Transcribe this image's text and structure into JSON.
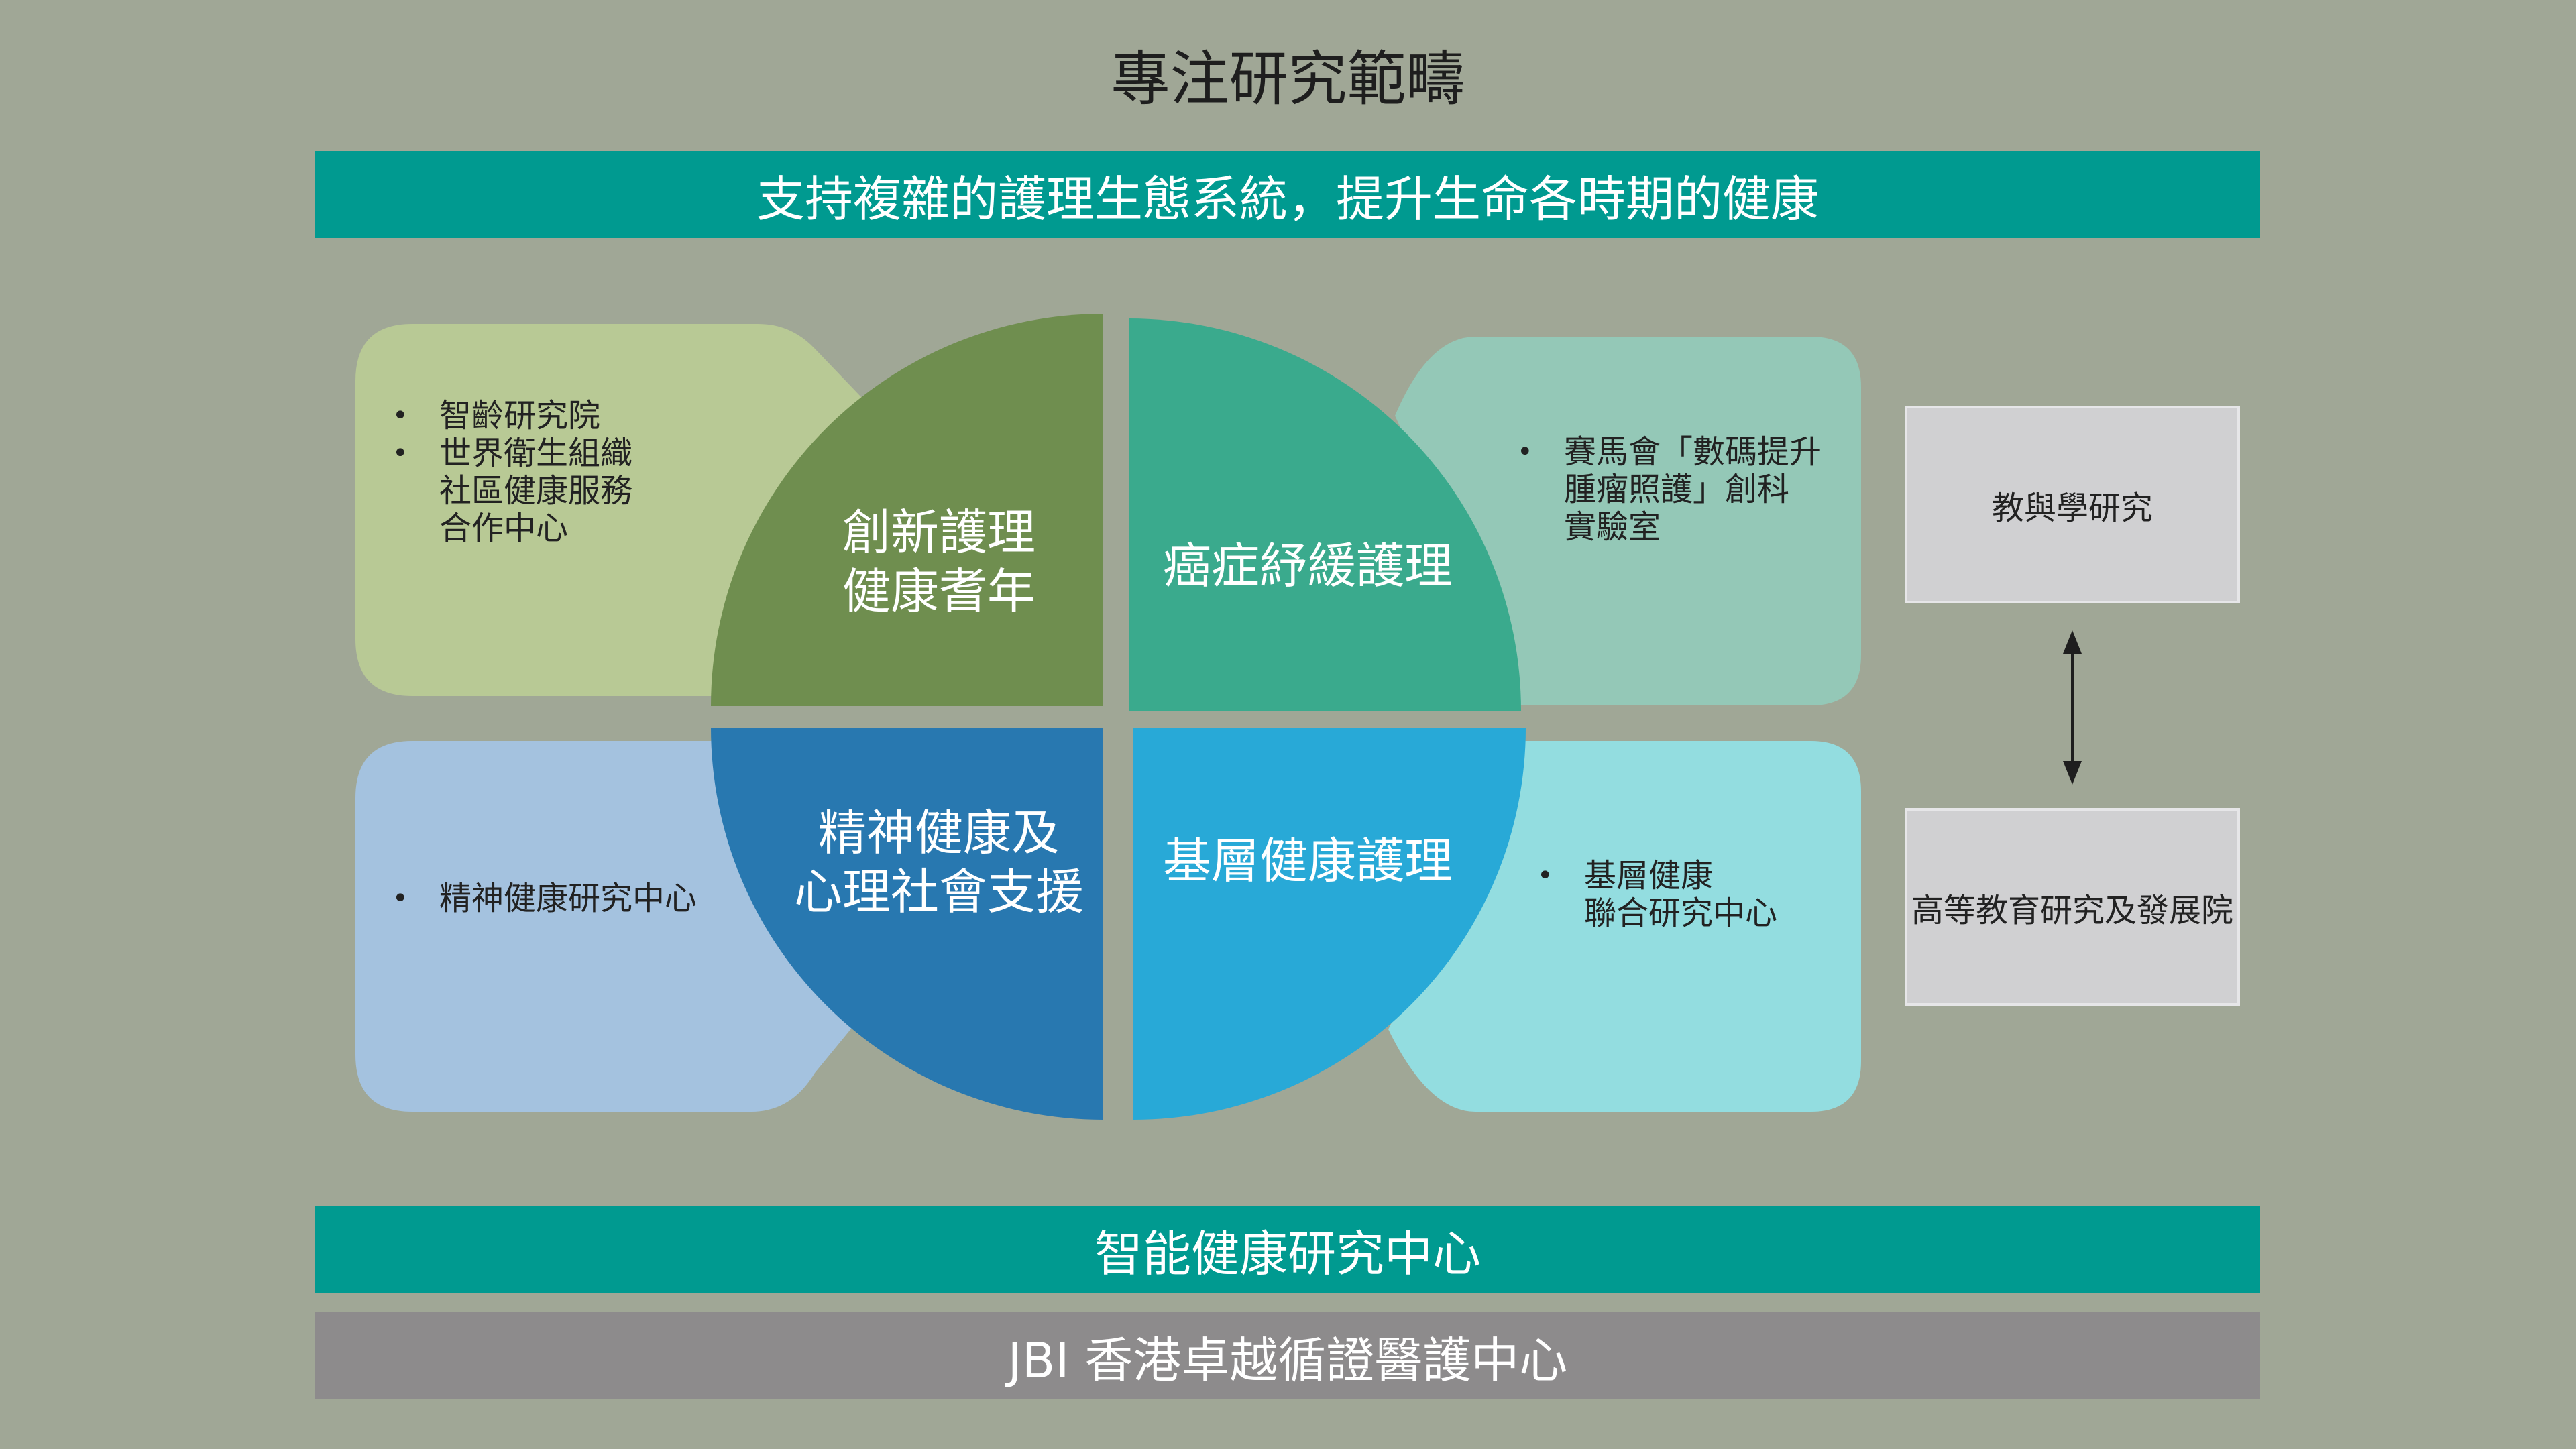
{
  "title": "專注研究範疇",
  "banner_top": "支持複雜的護理生態系統，提升生命各時期的健康",
  "banner_mid": "智能健康研究中心",
  "banner_bottom": "JBI 香港卓越循證醫護中心",
  "quadrants": {
    "top_left": {
      "line1": "創新護理",
      "line2": "健康耆年",
      "color": "#6f8e4f",
      "card_color": "#b8c995"
    },
    "top_right": {
      "line1": "癌症紓緩護理",
      "color": "#3aaa8d",
      "card_color": "#94c8b7"
    },
    "bottom_left": {
      "line1": "精神健康及",
      "line2": "心理社會支援",
      "color": "#2878b0",
      "card_color": "#a4c2df"
    },
    "bottom_right": {
      "line1": "基層健康護理",
      "color": "#28a9d7",
      "card_color": "#93dde0"
    }
  },
  "cards": {
    "top_left": {
      "item1": "智齡研究院",
      "item2_lines": [
        "世界衛生組織",
        "社區健康服務",
        "合作中心"
      ]
    },
    "top_right": {
      "item1_lines": [
        "賽馬會「數碼提升",
        "腫瘤照護」創科",
        "實驗室"
      ]
    },
    "bottom_left": {
      "item1": "精神健康研究中心"
    },
    "bottom_right": {
      "item1_lines": [
        "基層健康",
        "聯合研究中心"
      ]
    }
  },
  "side_boxes": {
    "top": "教與學研究",
    "bottom": "高等教育研究及發展院"
  },
  "colors": {
    "background": "#a0a796",
    "teal_band": "#009a90",
    "grey_band": "#8d8b8c",
    "side_box": "#d0d0d2"
  },
  "icons": {
    "connector": "double-arrow-vertical"
  }
}
